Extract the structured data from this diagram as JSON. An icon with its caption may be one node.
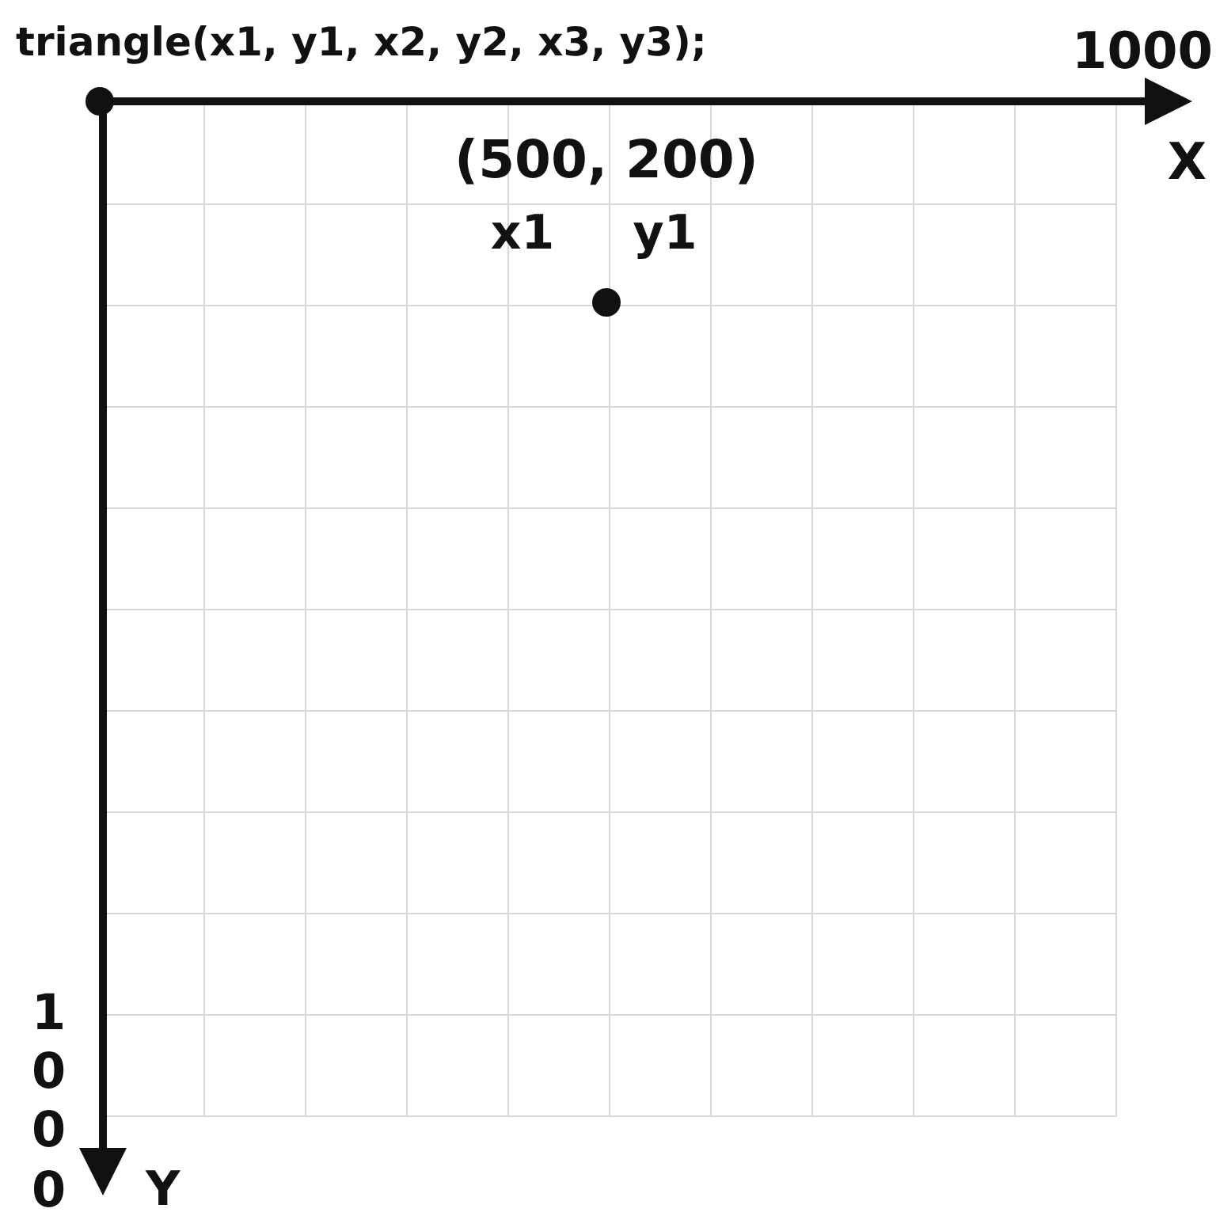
{
  "diagram": {
    "labels": [
      "triangle(x1, y1, x2, y2, x3, y3);",
      "1000",
      "X",
      "(500, 200)",
      "x1",
      "y1",
      "1000",
      "Y"
    ]
  }
}
